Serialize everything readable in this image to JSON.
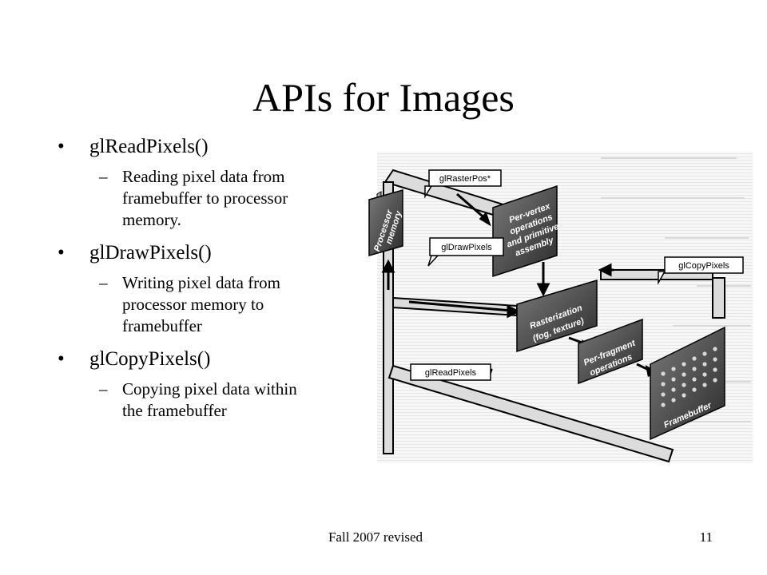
{
  "slide": {
    "title": "APIs for Images",
    "bullets": [
      {
        "heading": "glReadPixels()",
        "detail": [
          "Reading pixel data from",
          "framebuffer to processor",
          "memory."
        ]
      },
      {
        "heading": "glDrawPixels()",
        "detail": [
          "Writing pixel data from",
          "processor memory to",
          "framebuffer"
        ]
      },
      {
        "heading": "glCopyPixels()",
        "detail": [
          "Copying pixel data within",
          "the framebuffer"
        ]
      }
    ],
    "footer_left": "Fall 2007 revised",
    "footer_right": "11"
  },
  "diagram": {
    "blocks": {
      "processor_memory": [
        "Processor",
        "memory"
      ],
      "per_vertex": [
        "Per-vertex",
        "operations",
        "and primitive",
        "assembly"
      ],
      "rasterization": [
        "Rasterization",
        "(fog, texture)"
      ],
      "per_fragment": [
        "Per-fragment",
        "operations"
      ],
      "framebuffer": "Framebuffer"
    },
    "callouts": {
      "raster_pos": "glRasterPos*",
      "draw_pixels": "glDrawPixels",
      "copy_pixels": "glCopyPixels",
      "read_pixels": "glReadPixels"
    },
    "bullet_glyph": "•",
    "dash_glyph": "–"
  }
}
